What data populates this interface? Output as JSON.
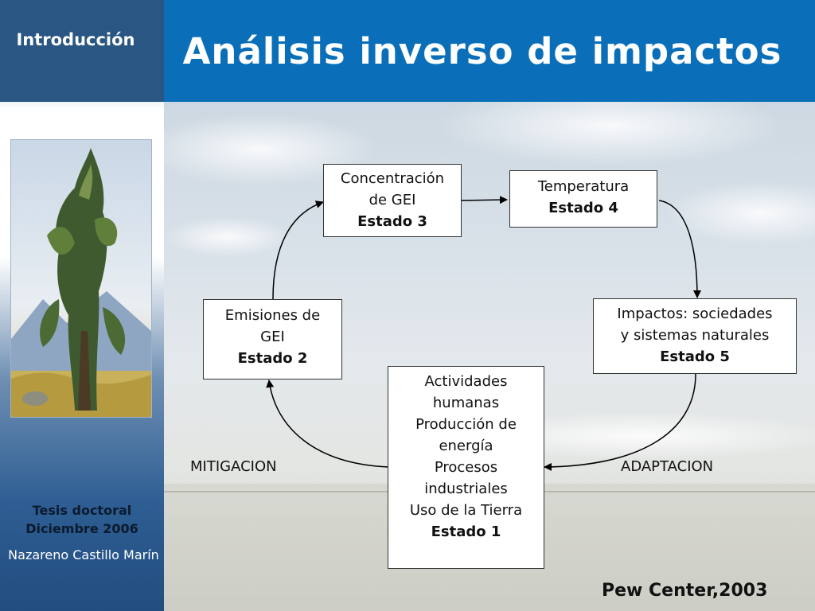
{
  "section": {
    "title": "Introducción"
  },
  "page": {
    "title": "Análisis inverso de impactos"
  },
  "sidebar": {
    "thesis_line1": "Tesis doctoral",
    "thesis_line2": "Diciembre 2006",
    "author": "Nazareno Castillo Marín"
  },
  "diagram": {
    "state3": {
      "line1": "Concentración",
      "line2": "de GEI",
      "state": "Estado 3"
    },
    "state4": {
      "line1": "Temperatura",
      "state": "Estado 4"
    },
    "state5": {
      "line1": "Impactos: sociedades",
      "line2": "y sistemas naturales",
      "state": "Estado 5"
    },
    "state2": {
      "line1": "Emisiones de",
      "line2": "GEI",
      "state": "Estado 2"
    },
    "state1": {
      "line1": "Actividades",
      "line2": "humanas",
      "line3": "Producción de",
      "line4": "energía",
      "line5": "Procesos",
      "line6": "industriales",
      "line7": "Uso de la Tierra",
      "state": "Estado 1"
    },
    "mitigation_label": "MITIGACION",
    "adaptation_label": "ADAPTACION"
  },
  "credit": "Pew Center,2003"
}
